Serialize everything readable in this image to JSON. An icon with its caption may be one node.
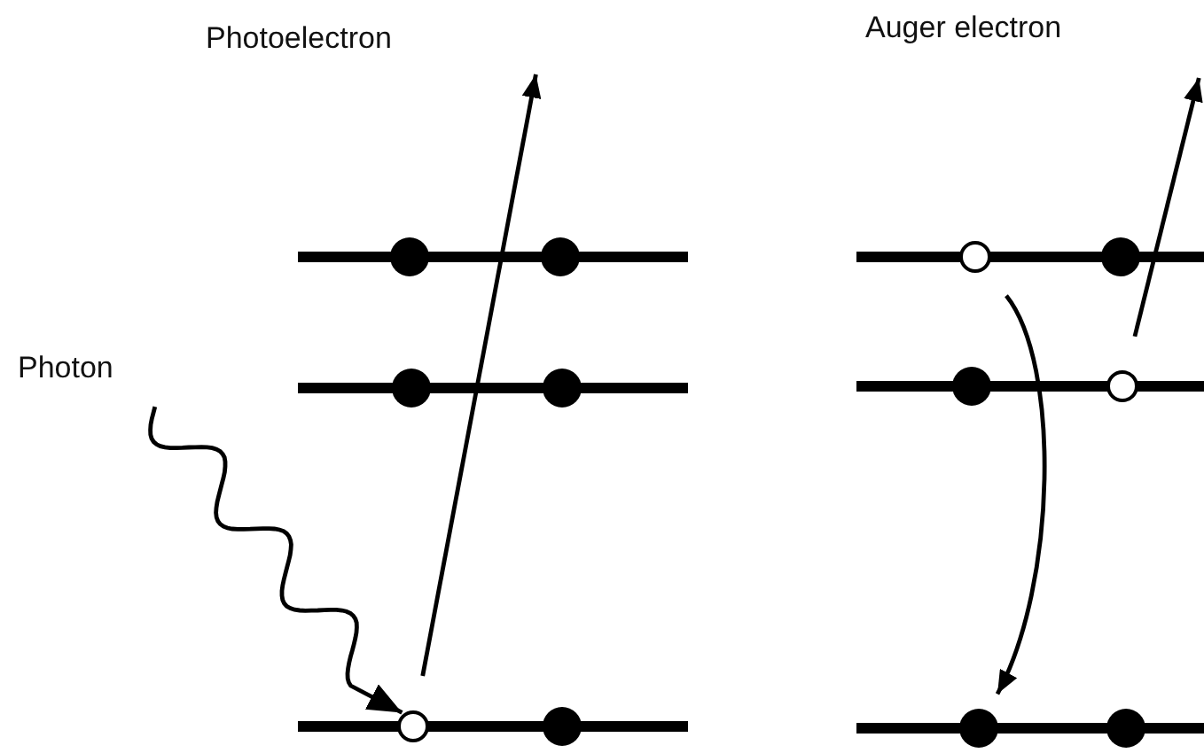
{
  "diagram": {
    "nodes": [
      {
        "text": [
          "Photoelectron"
        ]
      },
      {
        "text": [
          "Photon"
        ]
      },
      {
        "text": [
          "Auger electron"
        ]
      },
      {
        "text": [],
        "shape": "circle"
      },
      {
        "text": [],
        "shape": "circle"
      },
      {
        "text": [],
        "shape": "circle"
      },
      {
        "text": [],
        "shape": "circle"
      },
      {
        "text": [],
        "shape": "circle"
      },
      {
        "text": [],
        "shape": "circle"
      },
      {
        "text": [],
        "shape": "circle"
      },
      {
        "text": [],
        "shape": "circle"
      },
      {
        "text": [],
        "shape": "circle"
      },
      {
        "text": [],
        "shape": "circle"
      },
      {
        "text": [],
        "shape": "circle"
      },
      {
        "text": [],
        "shape": "circle"
      }
    ],
    "edges": [
      {
        "from": 1,
        "to": 7,
        "arrow": "to"
      },
      {
        "from": 7,
        "to": 0,
        "arrow": "to"
      },
      {
        "from": 9,
        "to": 13,
        "arrow": "to"
      },
      {
        "from": 12,
        "to": 2,
        "arrow": "to"
      }
    ]
  }
}
